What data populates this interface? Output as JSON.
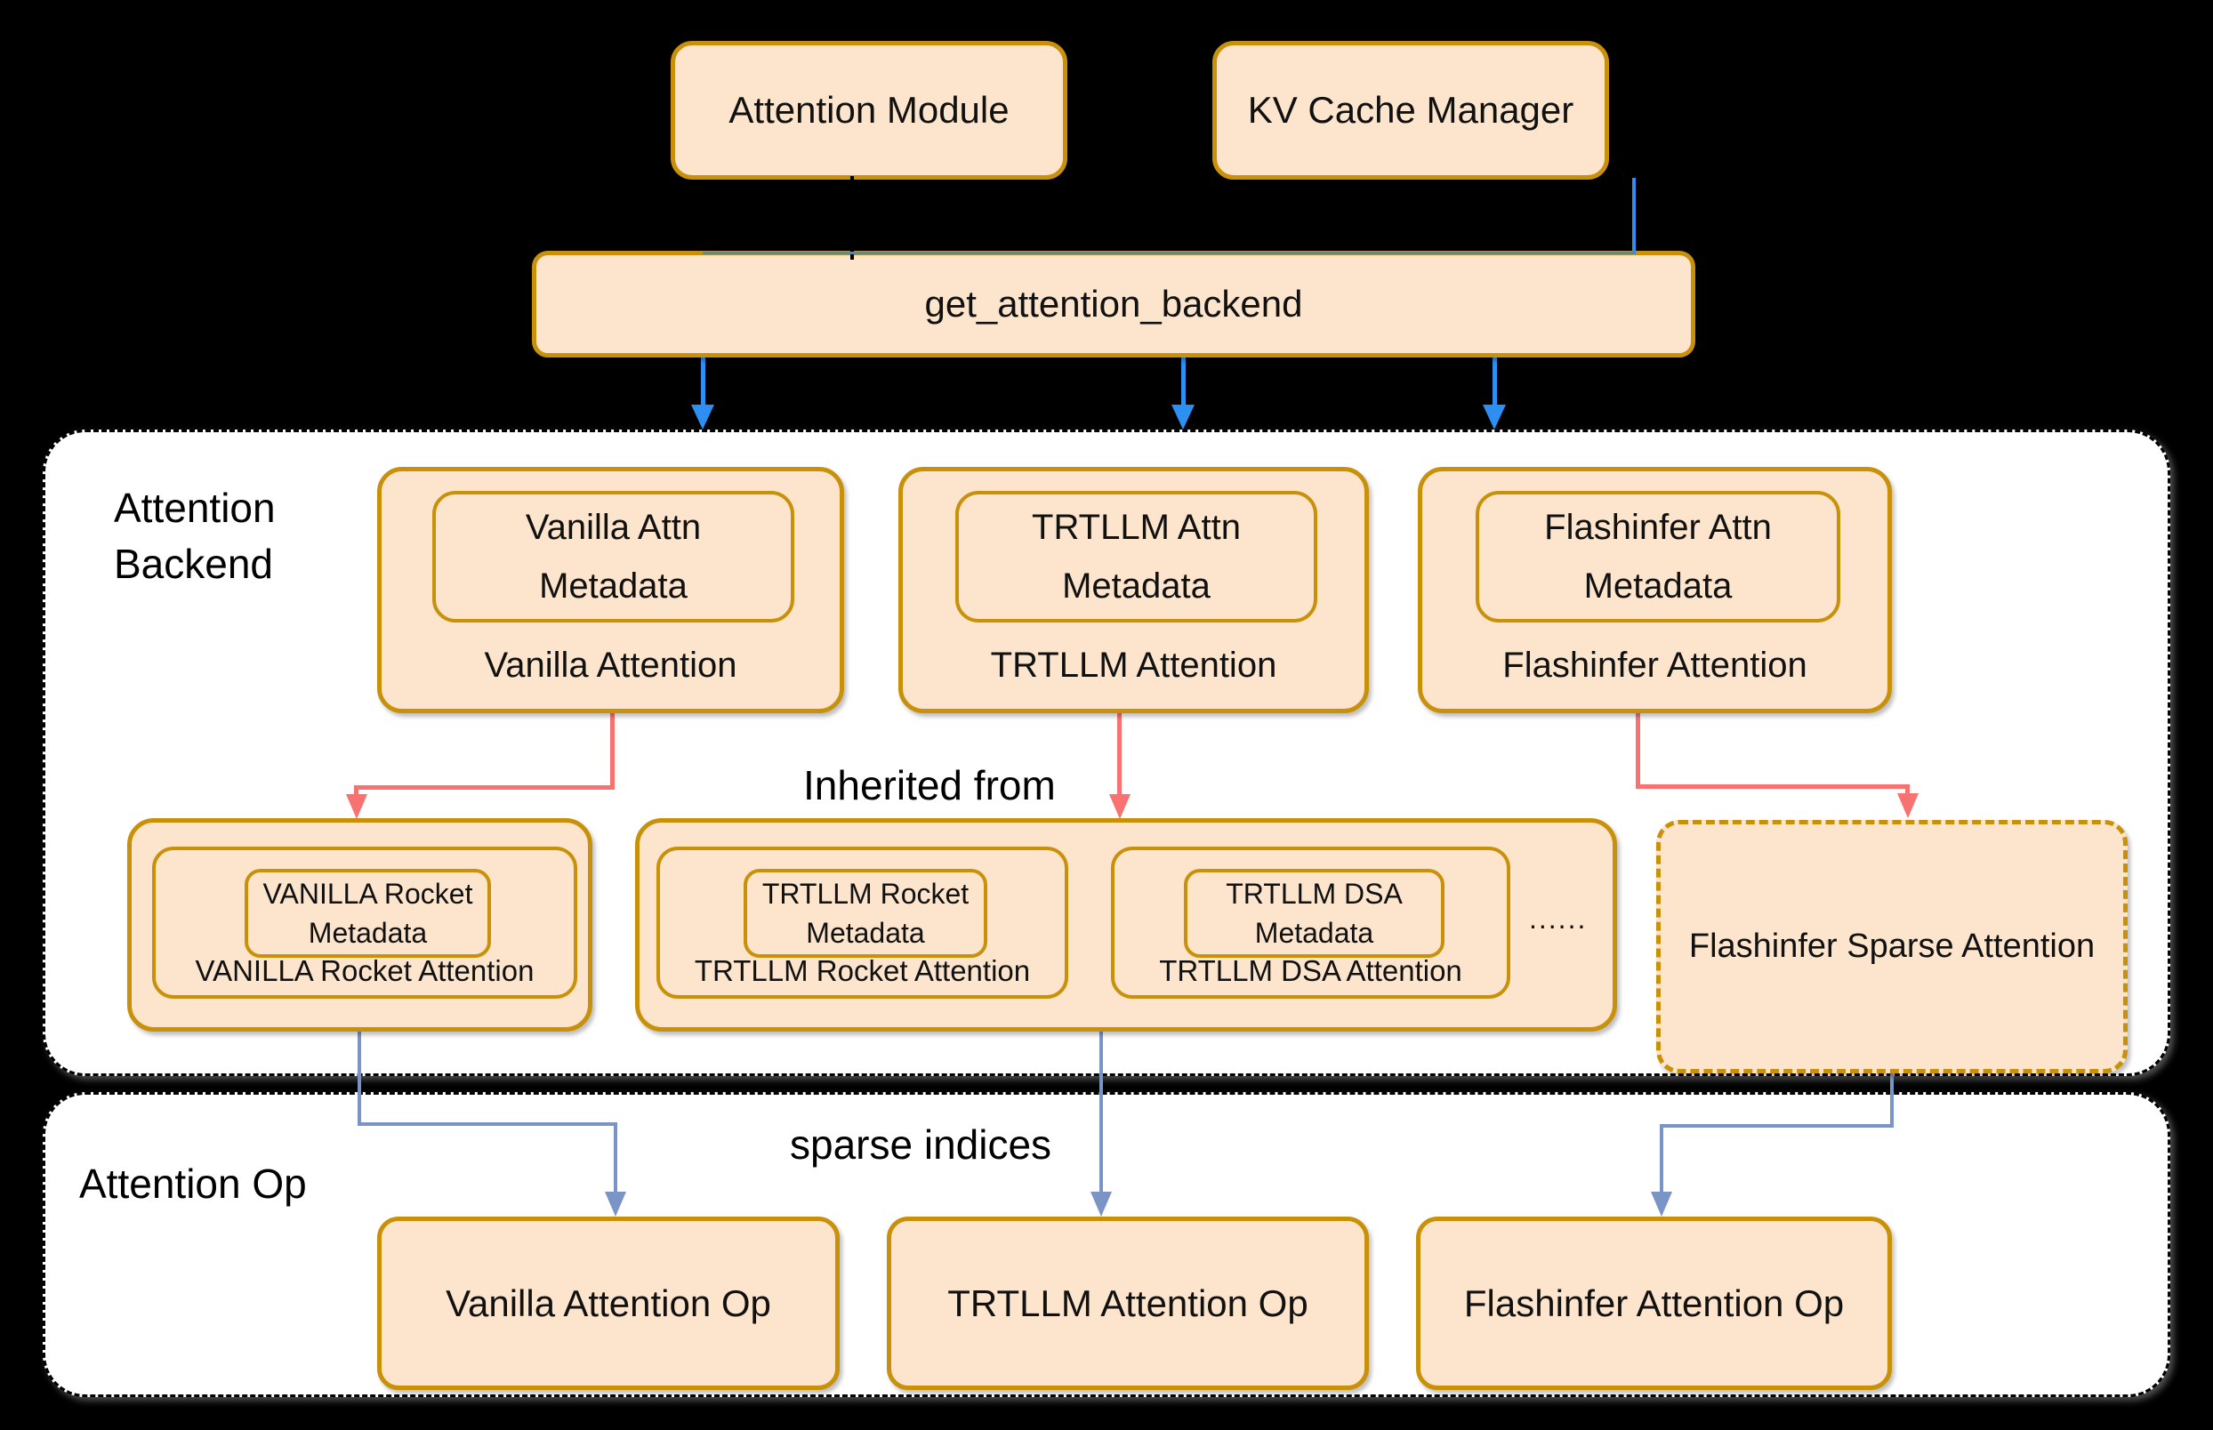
{
  "top": {
    "attention_module": "Attention Module",
    "kv_cache_manager": "KV Cache Manager",
    "get_attention_backend": "get_attention_backend"
  },
  "backend_section": {
    "title_lines": [
      "Attention",
      "Backend"
    ],
    "inherited_from_label": "Inherited from",
    "backends": [
      {
        "metadata_lines": [
          "Vanilla Attn",
          "Metadata"
        ],
        "label": "Vanilla Attention"
      },
      {
        "metadata_lines": [
          "TRTLLM Attn",
          "Metadata"
        ],
        "label": "TRTLLM Attention"
      },
      {
        "metadata_lines": [
          "Flashinfer Attn",
          "Metadata"
        ],
        "label": "Flashinfer Attention"
      }
    ],
    "derived": [
      {
        "metadata_lines": [
          "VANILLA Rocket",
          "Metadata"
        ],
        "label": "VANILLA Rocket Attention"
      },
      {
        "metadata_lines": [
          "TRTLLM Rocket",
          "Metadata"
        ],
        "label": "TRTLLM Rocket Attention"
      },
      {
        "metadata_lines": [
          "TRTLLM DSA",
          "Metadata"
        ],
        "label": "TRTLLM DSA Attention"
      }
    ],
    "ellipsis": "......",
    "flashinfer_sparse_label": "Flashinfer Sparse Attention"
  },
  "op_section": {
    "title": "Attention Op",
    "sparse_indices_label": "sparse indices",
    "ops": [
      "Vanilla Attention Op",
      "TRTLLM Attention Op",
      "Flashinfer Attention Op"
    ]
  },
  "colors": {
    "background": "#000000",
    "box_fill": "#FCE5CC",
    "box_border": "#C9910A",
    "container_fill": "#FFFFFF",
    "container_border": "#000000",
    "arrow_blue": "#2E8FF2",
    "arrow_red": "#F87272",
    "arrow_steel": "#7B94C6",
    "text": "#111111"
  }
}
